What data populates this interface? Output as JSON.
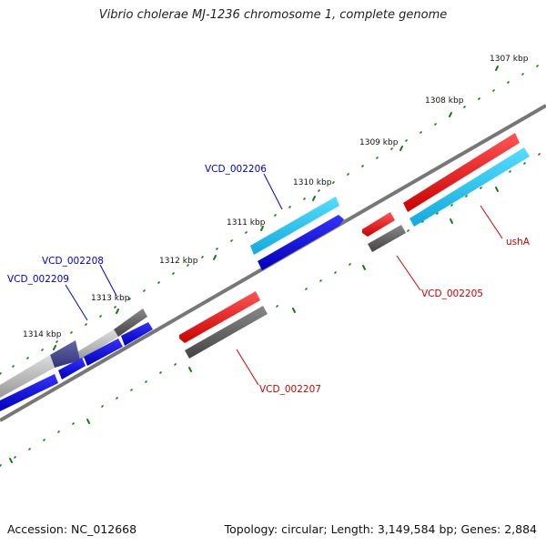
{
  "title": "Vibrio cholerae MJ-1236 chromosome 1, complete genome",
  "footer": {
    "accession": "Accession: NC_012668",
    "summary": "Topology: circular; Length: 3,149,584 bp; Genes: 2,884"
  },
  "tick_labels": [
    "1307 kbp",
    "1308 kbp",
    "1309 kbp",
    "1310 kbp",
    "1311 kbp",
    "1312 kbp",
    "1313 kbp",
    "1314 kbp"
  ],
  "gene_labels": [
    {
      "text": "VCD_002206",
      "color": "#0000cc"
    },
    {
      "text": "VCD_002208",
      "color": "#0000cc"
    },
    {
      "text": "VCD_002209",
      "color": "#0000cc"
    },
    {
      "text": "ushA",
      "color": "#cc0000"
    },
    {
      "text": "VCD_002205",
      "color": "#cc0000"
    },
    {
      "text": "VCD_002207",
      "color": "#cc0000"
    }
  ],
  "colors": {
    "backbone": "#777777",
    "tick": "#1a7a1a",
    "forward_cds": "#ee0000",
    "reverse_cds": "#0000ee",
    "light_blue": "#22bbee",
    "gray": "#666666",
    "light_gray": "#bbbbbb"
  }
}
